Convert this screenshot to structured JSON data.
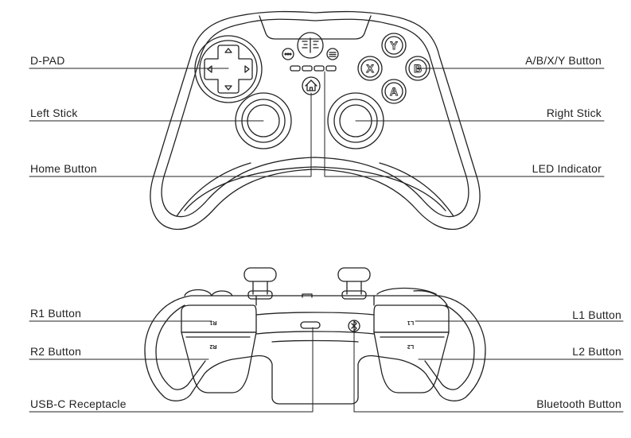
{
  "colors": {
    "stroke": "#222222",
    "background": "#ffffff",
    "text": "#222222"
  },
  "front_view": {
    "labels": {
      "dpad": "D-PAD",
      "left_stick": "Left Stick",
      "home_button": "Home Button",
      "abxy": "A/B/X/Y Button",
      "right_stick": "Right Stick",
      "led_indicator": "LED Indicator"
    },
    "face_buttons": {
      "y": "Y",
      "b": "B",
      "x": "X",
      "a": "A"
    },
    "icons": [
      "dpad-icon",
      "home-icon",
      "view-icon",
      "menu-icon",
      "share-icon"
    ]
  },
  "top_view": {
    "labels": {
      "r1": "R1 Button",
      "r2": "R2 Button",
      "usb_c": "USB-C Receptacle",
      "l1": "L1 Button",
      "l2": "L2 Button",
      "bluetooth": "Bluetooth Button"
    },
    "bumper_marks": {
      "r1": "R1",
      "r2": "R2",
      "l1": "L1",
      "l2": "L2"
    },
    "icons": [
      "usb-c-port-icon",
      "bluetooth-icon"
    ]
  }
}
